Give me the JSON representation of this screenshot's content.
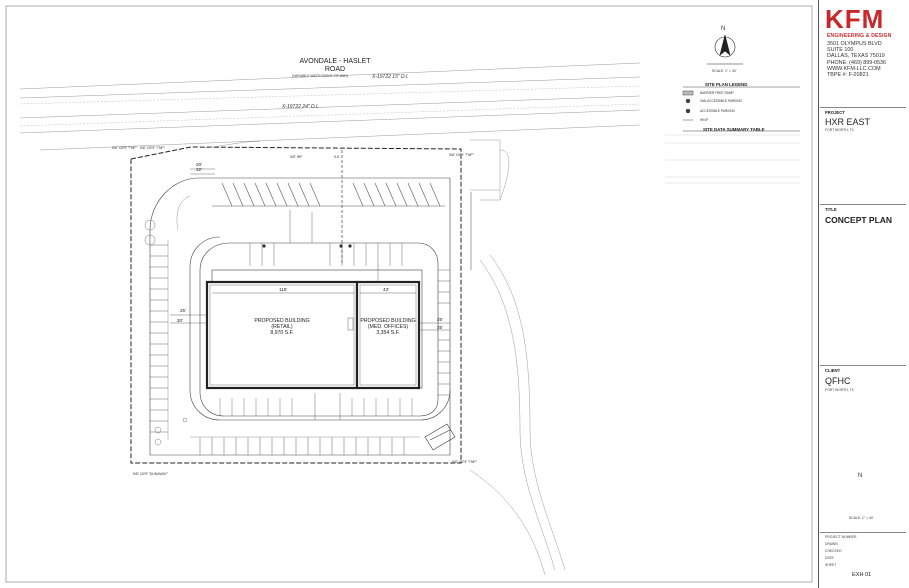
{
  "titleblock": {
    "logo_text": "KFM",
    "logo_subtitle": "ENGINEERING & DESIGN",
    "address_lines": [
      "3501 OLYMPUS BLVD",
      "SUITE 100",
      "DALLAS, TEXAS 75019",
      "PHONE: (469) 899-0536",
      "WWW.KFM-LLC.COM",
      "TBPE #: F-20821"
    ],
    "project_label": "PROJECT",
    "project_name": "HXR EAST",
    "project_location": "FORT WORTH, TX",
    "title_label": "TITLE",
    "title_value": "CONCEPT PLAN",
    "client_label": "CLIENT",
    "client_name": "QFHC",
    "client_location": "FORT WORTH, TX",
    "sheet_number": "EXH 01",
    "info_lines": [
      "PROJECT NUMBER",
      "DRAWN",
      "CHECKED",
      "DATE",
      "SHEET"
    ],
    "brand_color": "#c8282a"
  },
  "north_arrows": [
    {
      "letter": "N",
      "scale": "SCALE: 1\" = 40'"
    },
    {
      "letter": "N",
      "scale": "SCALE: 1\" = 40'"
    }
  ],
  "road": {
    "name_line1": "AVONDALE - HASLET",
    "name_line2": "ROAD",
    "row_note": "(VARIABLE WIDTH RIGHT-OF-WAY)",
    "existing_1": "X-19722 15\" D.I.",
    "existing_2": "X-19722 24\" D.I."
  },
  "legend": {
    "title": "SITE PLAN LEGEND",
    "items": [
      "BARRIER FREE RAMP",
      "VAN ACCESSIBLE PARKING",
      "ACCESSIBLE PARKING",
      "HEVF"
    ],
    "table_title": "SITE DATA SUMMARY TABLE"
  },
  "buildings": [
    {
      "line1": "PROPOSED BUILDING",
      "line2": "(RETAIL)",
      "area": "8,970 S.F."
    },
    {
      "line1": "PROPOSED BUILDING",
      "line2": "(MED. OFFICES)",
      "area": "3,354 S.F."
    }
  ],
  "dimensions": {
    "top_width_retail": "115'",
    "top_width_office": "43'",
    "left_25": "25'",
    "left_20": "20'",
    "right_25_a": "25'",
    "right_25_b": "25'",
    "top_20_a": "20'",
    "top_20_b": "22'",
    "top_58_a": "5/8\" IRF",
    "top_58_b": "5.8'"
  },
  "corners": {
    "top_left_a": "5/8\" CIRF \"TNP\"",
    "top_left_b": "5/8\" CIRF \"TNP\"",
    "top_right": "5/8\" CIRF \"TNP\"",
    "bottom_right": "5/8\" CIRF \"TNP\"",
    "bottom_left": "5/8\" CIRF \"DUNAWAY\""
  },
  "colors": {
    "line": "#333333",
    "faint": "#9a9a9a",
    "dash": "#555555"
  }
}
